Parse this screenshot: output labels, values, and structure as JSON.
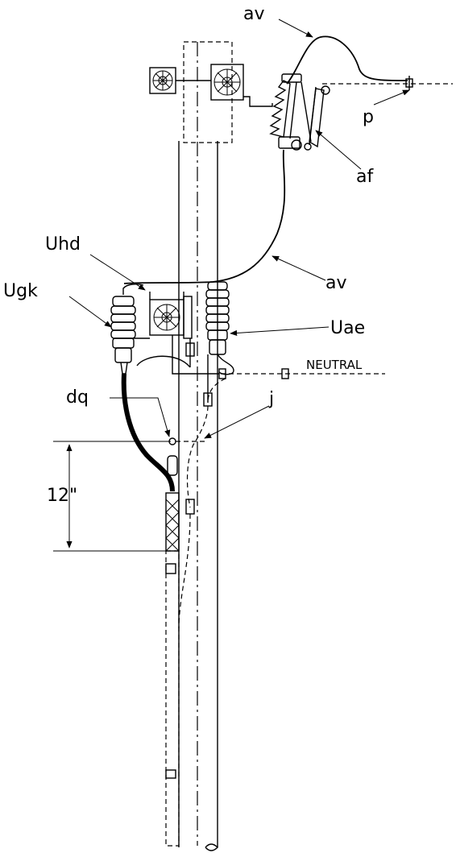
{
  "labels": {
    "av_top": "av",
    "p": "p",
    "af": "af",
    "uhd": "Uhd",
    "ugk": "Ugk",
    "av_mid": "av",
    "uae": "Uae",
    "neutral": "NEUTRAL",
    "dq": "dq",
    "j": "j",
    "dimension": "12\""
  }
}
